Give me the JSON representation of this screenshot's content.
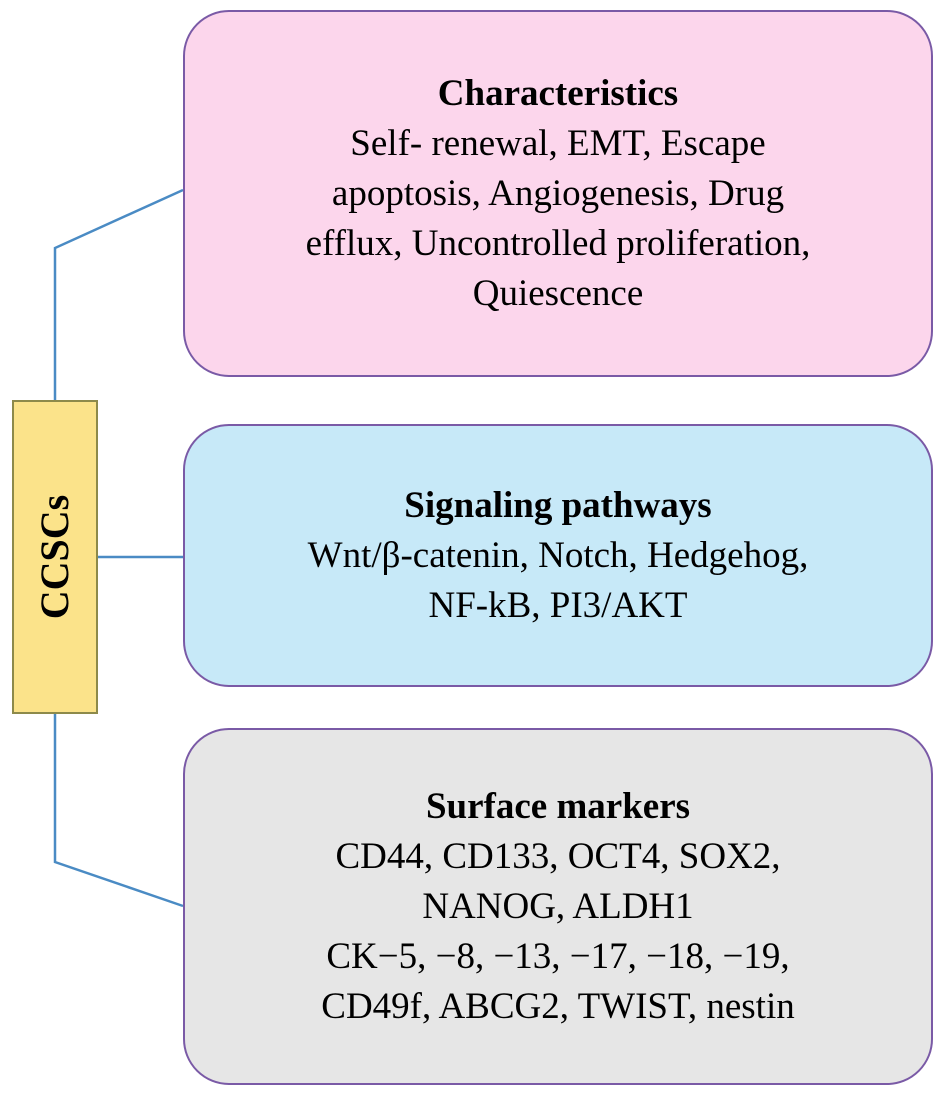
{
  "colors": {
    "root_fill": "#fbe38a",
    "connector": "#4a8bc4",
    "branch_border": "#7a5aa6"
  },
  "root": {
    "label": "CCSCs"
  },
  "branches": [
    {
      "title": "Characteristics",
      "lines": [
        "Self- renewal, EMT, Escape",
        "apoptosis, Angiogenesis, Drug",
        "efflux, Uncontrolled proliferation,",
        "Quiescence"
      ],
      "fill": "#fcd6ec"
    },
    {
      "title": "Signaling pathways",
      "lines": [
        "Wnt/β-catenin, Notch, Hedgehog,",
        "NF-kB, PI3/AKT"
      ],
      "fill": "#c7e9f8"
    },
    {
      "title": "Surface markers",
      "lines": [
        "CD44, CD133, OCT4, SOX2,",
        "NANOG, ALDH1",
        "CK−5, −8, −13, −17, −18, −19,",
        "CD49f, ABCG2, TWIST, nestin"
      ],
      "fill": "#e6e6e6"
    }
  ]
}
